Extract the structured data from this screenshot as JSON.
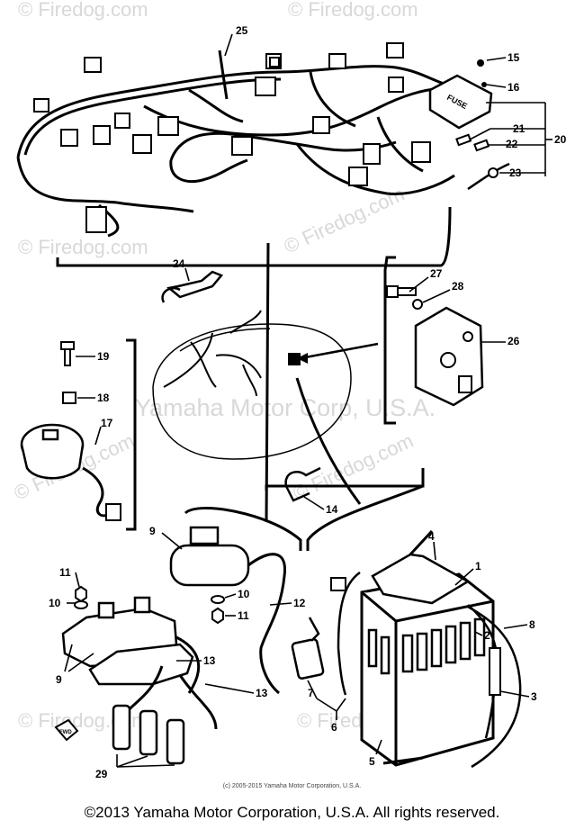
{
  "diagram": {
    "callouts": [
      {
        "id": "c25",
        "text": "25"
      },
      {
        "id": "c15",
        "text": "15"
      },
      {
        "id": "c16",
        "text": "16"
      },
      {
        "id": "c20",
        "text": "20"
      },
      {
        "id": "c21",
        "text": "21"
      },
      {
        "id": "c22",
        "text": "22"
      },
      {
        "id": "c23",
        "text": "23"
      },
      {
        "id": "c24",
        "text": "24"
      },
      {
        "id": "c27",
        "text": "27"
      },
      {
        "id": "c28",
        "text": "28"
      },
      {
        "id": "c26",
        "text": "26"
      },
      {
        "id": "c19",
        "text": "19"
      },
      {
        "id": "c18",
        "text": "18"
      },
      {
        "id": "c17",
        "text": "17"
      },
      {
        "id": "c14",
        "text": "14"
      },
      {
        "id": "c9a",
        "text": "9"
      },
      {
        "id": "c4",
        "text": "4"
      },
      {
        "id": "c1",
        "text": "1"
      },
      {
        "id": "c11a",
        "text": "11"
      },
      {
        "id": "c10a",
        "text": "10"
      },
      {
        "id": "c10b",
        "text": "10"
      },
      {
        "id": "c11b",
        "text": "11"
      },
      {
        "id": "c12",
        "text": "12"
      },
      {
        "id": "c8",
        "text": "8"
      },
      {
        "id": "c2",
        "text": "2"
      },
      {
        "id": "c13a",
        "text": "13"
      },
      {
        "id": "c13b",
        "text": "13"
      },
      {
        "id": "c9b",
        "text": "9"
      },
      {
        "id": "c7",
        "text": "7"
      },
      {
        "id": "c6",
        "text": "6"
      },
      {
        "id": "c3",
        "text": "3"
      },
      {
        "id": "c5",
        "text": "5"
      },
      {
        "id": "c29",
        "text": "29"
      }
    ],
    "fuse_label": "FUSE",
    "front_label": "FWD"
  },
  "watermarks": {
    "site": "© Firedog.com",
    "center": "Yamaha Motor Corp, U.S.A."
  },
  "footer": {
    "small": "(c) 2005-2015 Yamaha Motor Corporation, U.S.A.",
    "main": "©2013 Yamaha Motor Corporation, U.S.A. All rights reserved."
  }
}
